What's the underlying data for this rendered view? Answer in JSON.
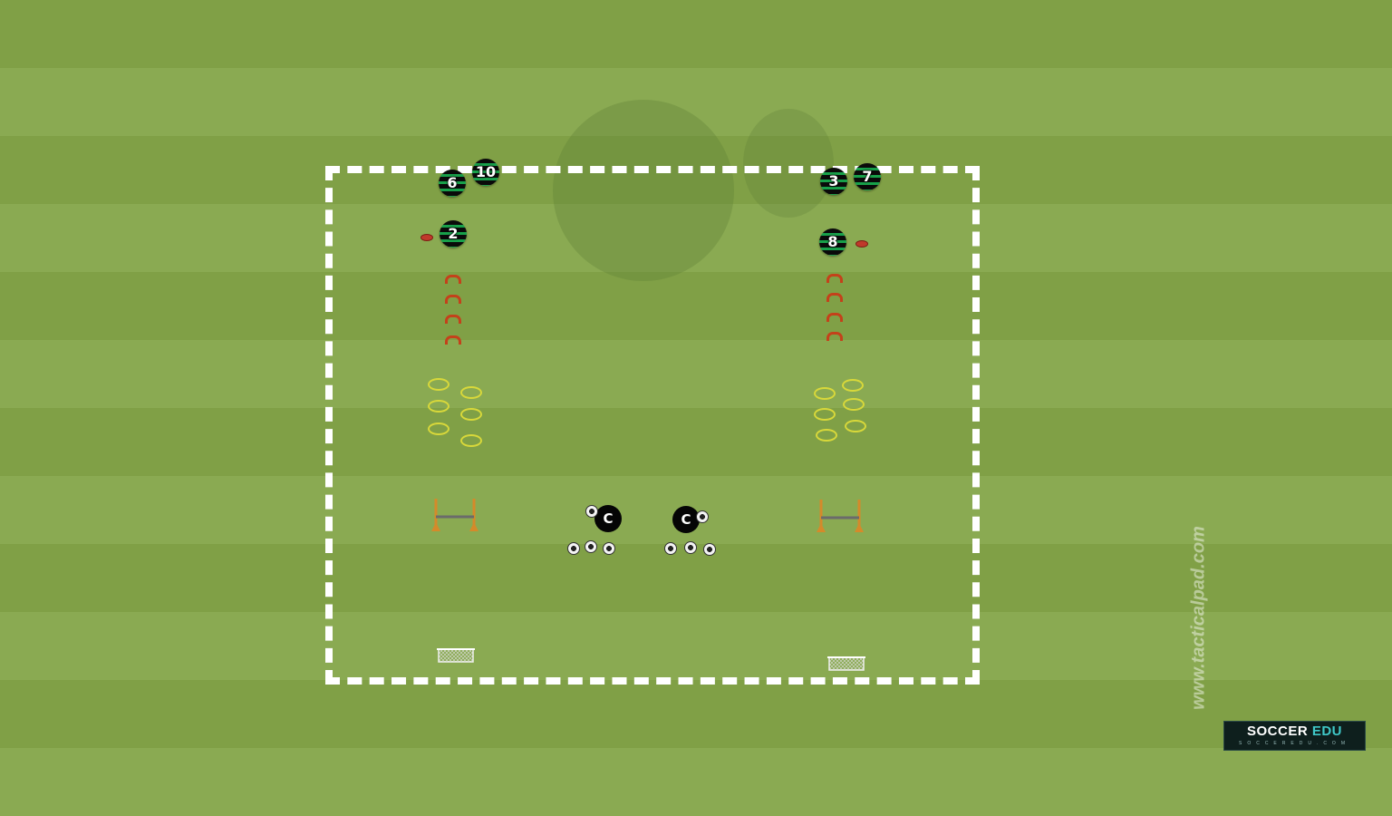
{
  "pitch": {
    "colors": {
      "light": "#8aaa52",
      "dark": "#80a046"
    },
    "boundary_color": "#ffffff"
  },
  "players": [
    {
      "number": "6"
    },
    {
      "number": "10"
    },
    {
      "number": "2"
    },
    {
      "number": "3"
    },
    {
      "number": "7"
    },
    {
      "number": "8"
    }
  ],
  "coaches": [
    {
      "label": "C"
    },
    {
      "label": "C"
    }
  ],
  "equipment": {
    "disc_cone_color": "#c0392b",
    "mini_hurdle_color": "#c4411a",
    "ring_color": "#d8d83a",
    "mini_hurdles_per_station": 4,
    "rings_per_station": 6,
    "balls_per_coach": 4,
    "goals": 2
  },
  "watermark": "www.tacticalpad.com",
  "logo": {
    "text_main": "SOCCER",
    "text_accent": "EDU",
    "subtext": "SOCCEREDU.COM"
  }
}
